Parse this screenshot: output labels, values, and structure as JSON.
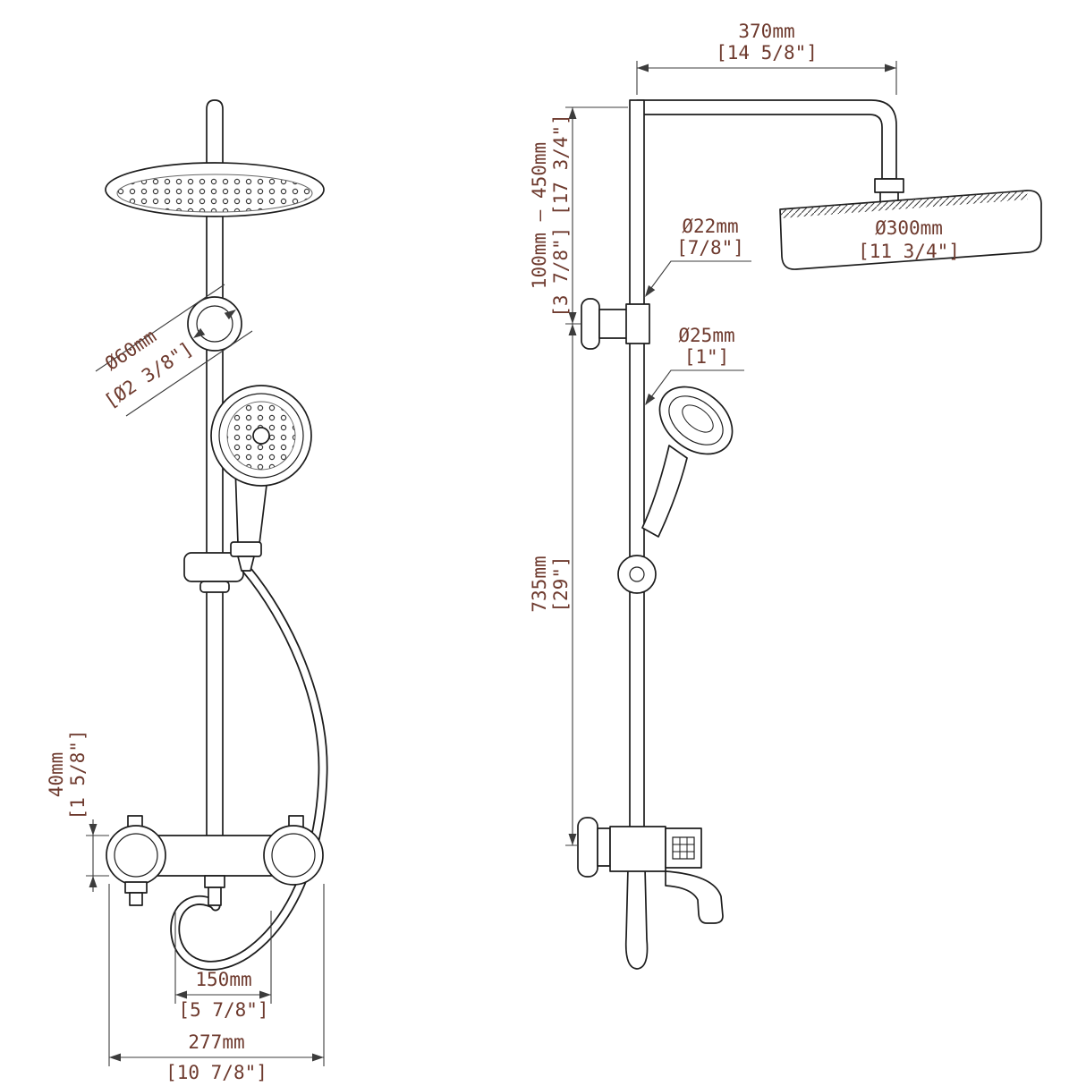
{
  "colors": {
    "dimension_text": "#6e3a2e",
    "drawing_line": "#1d1d1d"
  },
  "front_view": {
    "bracket_dia": "Ø60mm",
    "bracket_dia_in": "[Ø2 3/8\"]",
    "valve_height": "40mm",
    "valve_height_in": "[1 5/8\"]",
    "inlet_spacing": "150mm",
    "inlet_spacing_in": "[5 7/8\"]",
    "valve_width": "277mm",
    "valve_width_in": "[10 7/8\"]"
  },
  "side_view": {
    "arm_reach": "370mm",
    "arm_reach_in": "[14 5/8\"]",
    "height_range": "100mm — 450mm",
    "height_range_in": "[3 7/8\"] [17 3/4\"]",
    "upper_pipe_dia": "Ø22mm",
    "upper_pipe_dia_in": "[7/8\"]",
    "head_dia": "Ø300mm",
    "head_dia_in": "[11 3/4\"]",
    "lower_pipe_dia": "Ø25mm",
    "lower_pipe_dia_in": "[1\"]",
    "column_length": "735mm",
    "column_length_in": "[29\"]"
  }
}
